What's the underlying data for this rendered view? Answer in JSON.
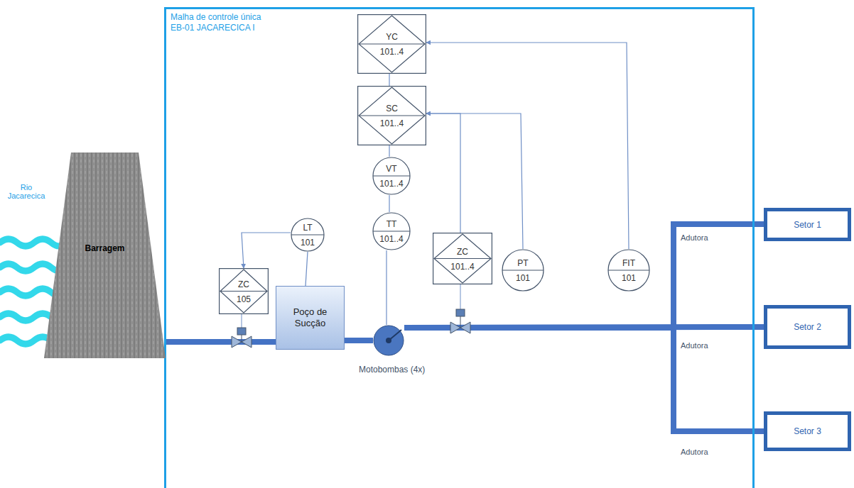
{
  "diagram": {
    "nodes": [
      {
        "text": [
          "Malha de controle única",
          "EB-01 JACARECICA I"
        ]
      },
      {
        "text": [
          "Barragem"
        ]
      },
      {
        "text": [
          "YC",
          "101..4"
        ],
        "in": 0
      },
      {
        "text": [
          "SC",
          "101..4"
        ],
        "in": 0
      },
      {
        "text": [
          "VT",
          "101..4"
        ],
        "in": 0
      },
      {
        "text": [
          "LT",
          "101"
        ],
        "in": 0
      },
      {
        "text": [
          "TT",
          "101..4"
        ],
        "in": 0
      },
      {
        "text": [
          "ZC",
          "105"
        ],
        "in": 0
      },
      {
        "text": [
          "Poço de Sucção"
        ],
        "in": 0
      },
      {
        "text": [
          "ZC",
          "101..4"
        ],
        "in": 0
      },
      {
        "text": [
          "PT",
          "101"
        ],
        "in": 0
      },
      {
        "text": [
          "FIT",
          "101"
        ],
        "in": 0
      },
      {
        "text": [
          "Motobombas (4x)"
        ],
        "in": 0
      },
      {
        "text": [
          "Setor 1"
        ]
      },
      {
        "text": [
          "Setor 2"
        ]
      },
      {
        "text": [
          "Setor 3"
        ]
      }
    ],
    "edges": [
      {
        "from": 2,
        "to": 3,
        "arrow": "none"
      },
      {
        "from": 3,
        "to": 4,
        "arrow": "none"
      },
      {
        "from": 4,
        "to": 6,
        "arrow": "none"
      },
      {
        "from": 6,
        "to": 12,
        "arrow": "none"
      },
      {
        "from": 11,
        "to": 2,
        "arrow": "to"
      },
      {
        "from": 10,
        "to": 3,
        "arrow": "to"
      },
      {
        "from": 9,
        "to": 3,
        "arrow": "to"
      },
      {
        "from": 5,
        "to": 7,
        "arrow": "to"
      },
      {
        "from": 5,
        "to": 8,
        "arrow": "none"
      },
      {
        "from": 1,
        "to": 8,
        "arrow": "none"
      },
      {
        "from": 8,
        "to": 12,
        "arrow": "none"
      },
      {
        "from": 12,
        "to": 13,
        "arrow": "none"
      },
      {
        "from": 12,
        "to": 14,
        "arrow": "none"
      },
      {
        "from": 12,
        "to": 15,
        "arrow": "none"
      }
    ],
    "labels": [
      "Rio Jacarecica",
      "Adutora",
      "Adutora",
      "Adutora"
    ]
  }
}
